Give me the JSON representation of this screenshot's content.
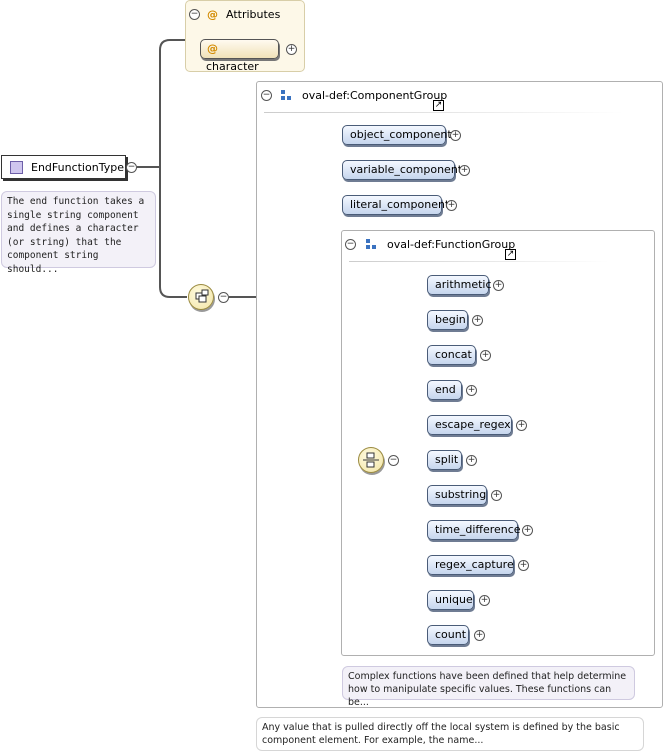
{
  "root": {
    "name": "EndFunctionType",
    "doc": "The end function takes a single string component and defines a character (or string) that the component string should..."
  },
  "attributes": {
    "title": "Attributes",
    "items": [
      {
        "label": "character",
        "prefix": "@"
      }
    ]
  },
  "component_group": {
    "title": "oval-def:ComponentGroup",
    "elements": [
      "object_component",
      "variable_component",
      "literal_component"
    ],
    "doc": "Any value that is pulled directly off the local system is defined by the basic component element. For example, the name..."
  },
  "function_group": {
    "title": "oval-def:FunctionGroup",
    "elements": [
      "arithmetic",
      "begin",
      "concat",
      "end",
      "escape_regex",
      "split",
      "substring",
      "time_difference",
      "regex_capture",
      "unique",
      "count"
    ],
    "doc": "Complex functions have been defined that help determine how to manipulate specific values. These functions can be..."
  },
  "symbols": {
    "collapse": "−",
    "expand": "+",
    "at": "@"
  },
  "colors": {
    "element_fill": "#c6d6ee",
    "attribute_fill": "#fdf8e8",
    "doc_fill": "#f3f1f8",
    "group_icon": "#3a72c0"
  }
}
